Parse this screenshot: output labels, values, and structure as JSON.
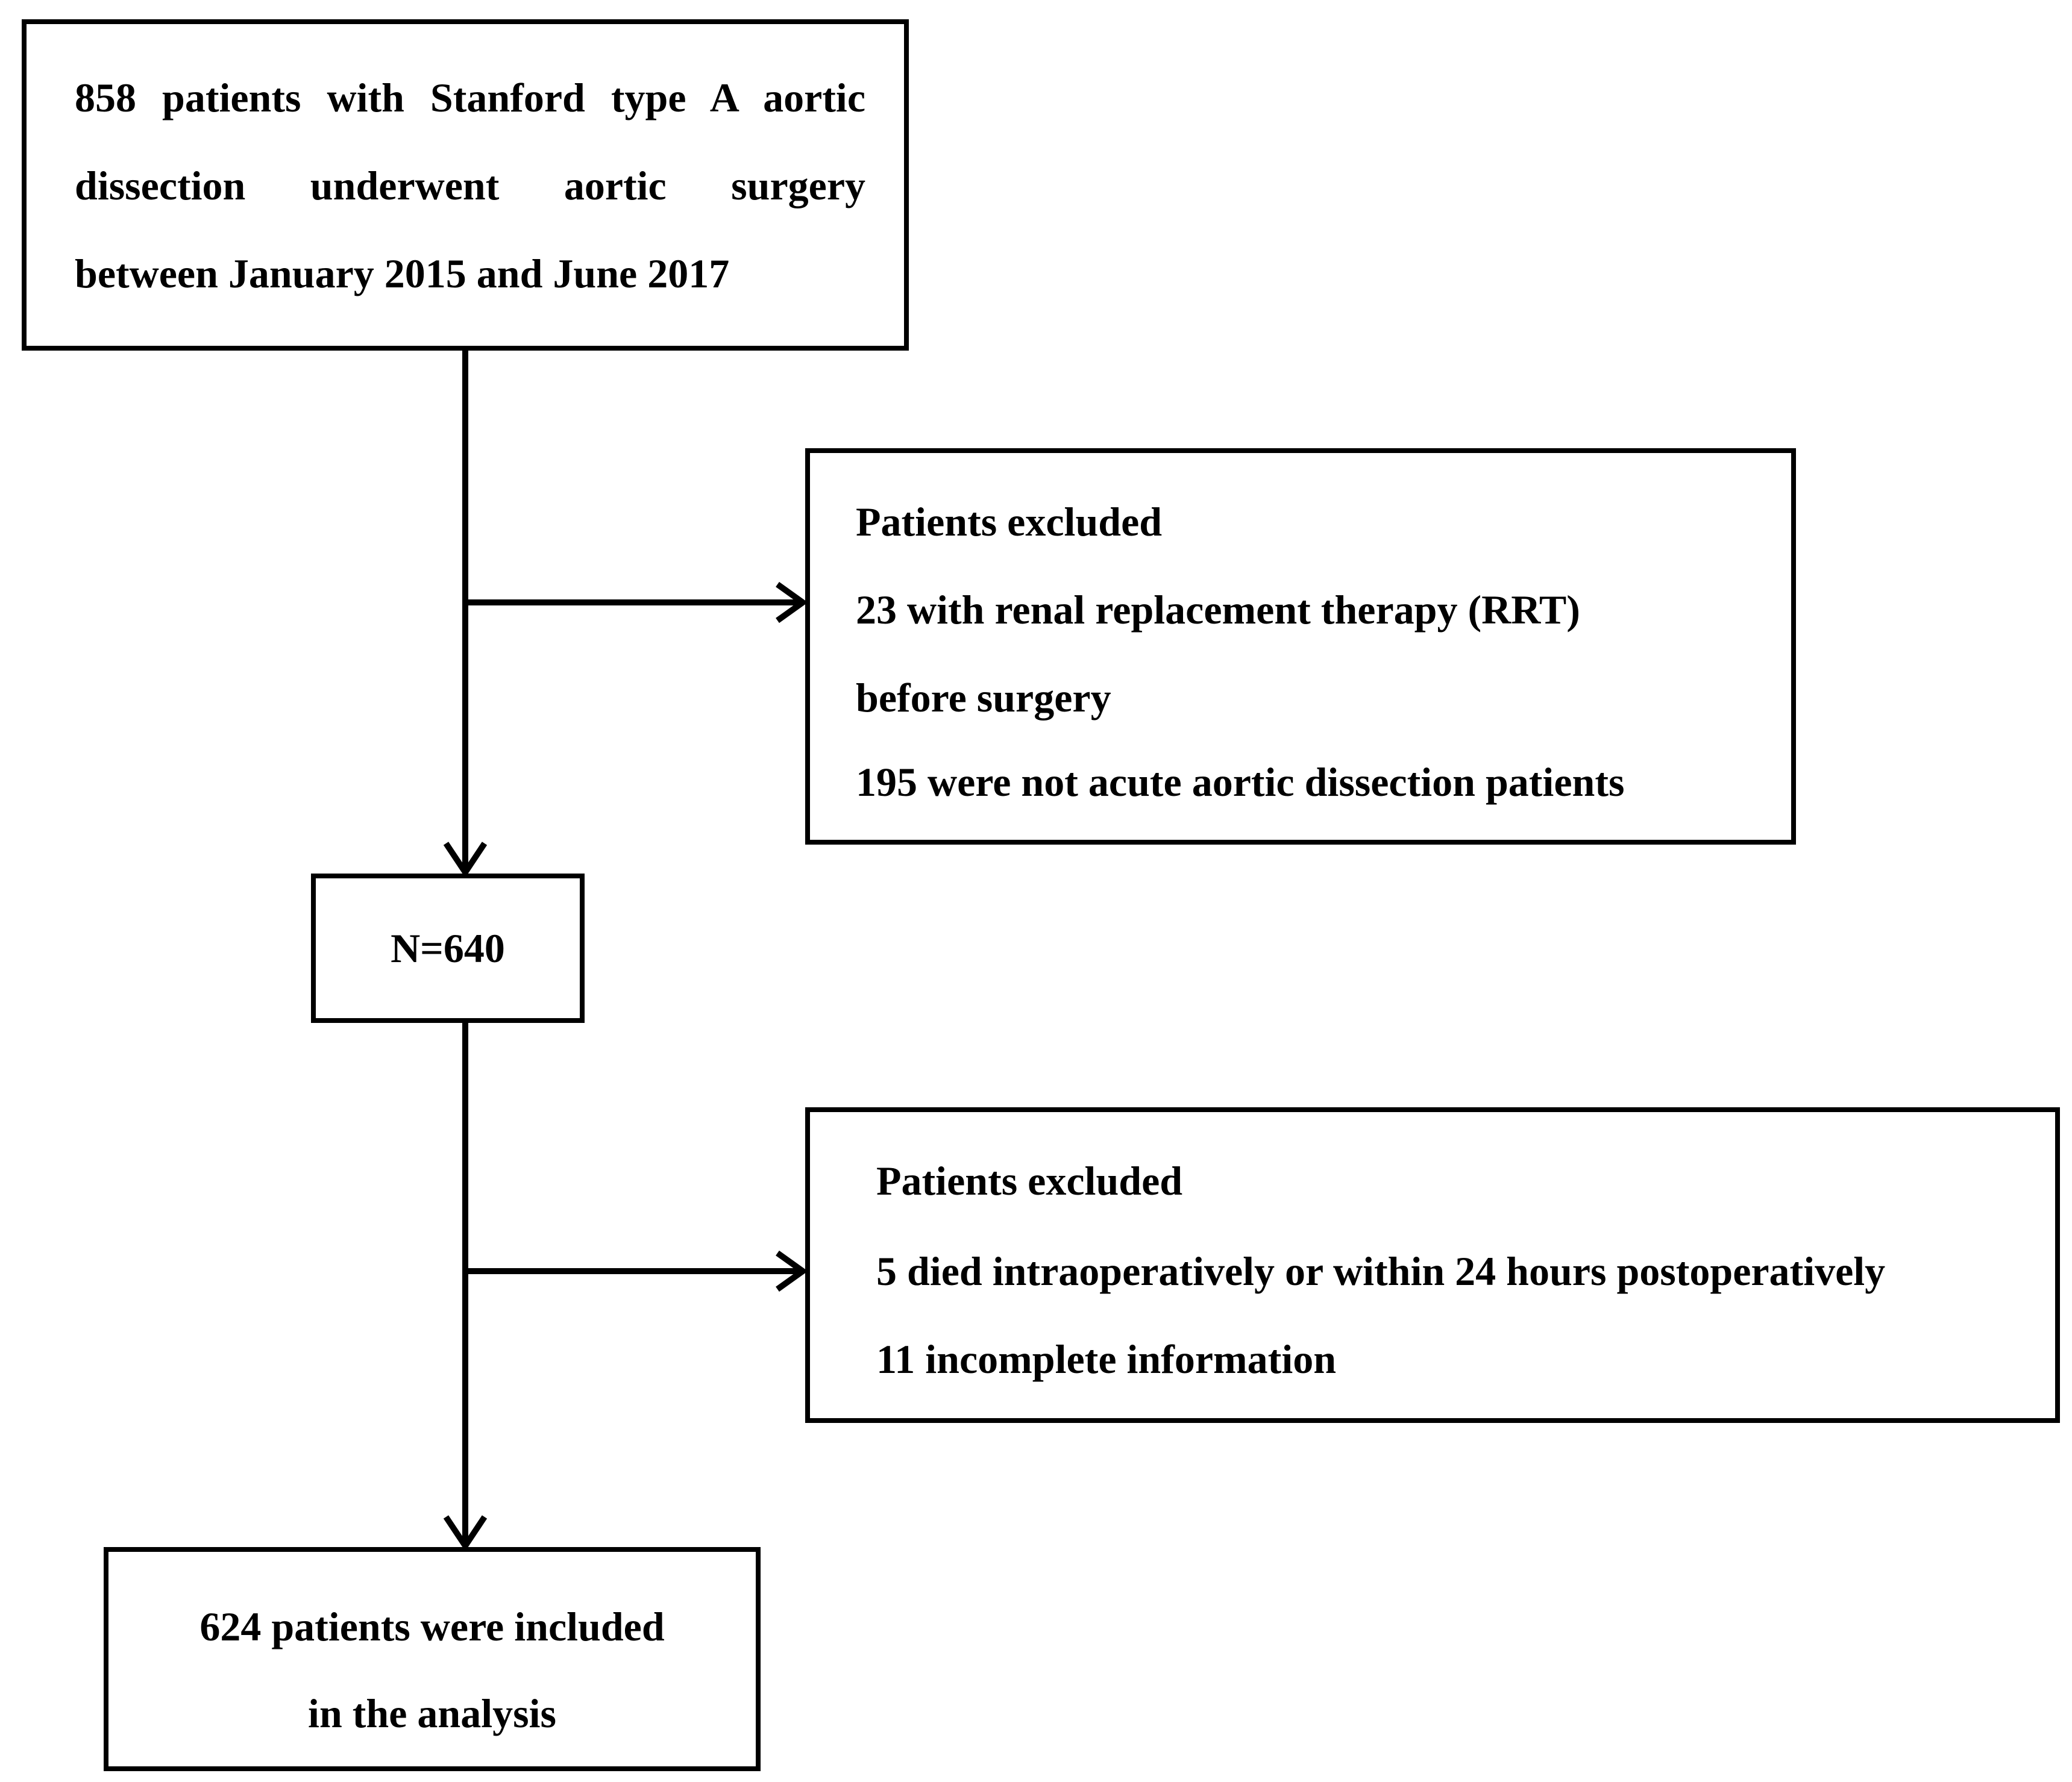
{
  "diagram": {
    "start_box": {
      "lines": [
        "858 patients with Stanford type A aortic",
        "dissection underwent aortic surgery",
        "between January 2015 and June 2017"
      ]
    },
    "exclusion_1": {
      "heading": "Patients excluded",
      "lines": [
        "23 with renal replacement therapy (RRT)",
        "before surgery",
        "195 were not acute aortic dissection patients"
      ]
    },
    "count_box": {
      "label": "N=640"
    },
    "exclusion_2": {
      "heading": "Patients excluded",
      "lines": [
        "5 died intraoperatively or within 24 hours postoperatively",
        "11 incomplete information"
      ]
    },
    "final_box": {
      "lines": [
        "624 patients were included",
        "in the analysis"
      ]
    },
    "colors": {
      "stroke": "#000000",
      "background": "#ffffff",
      "text": "#000000"
    }
  }
}
